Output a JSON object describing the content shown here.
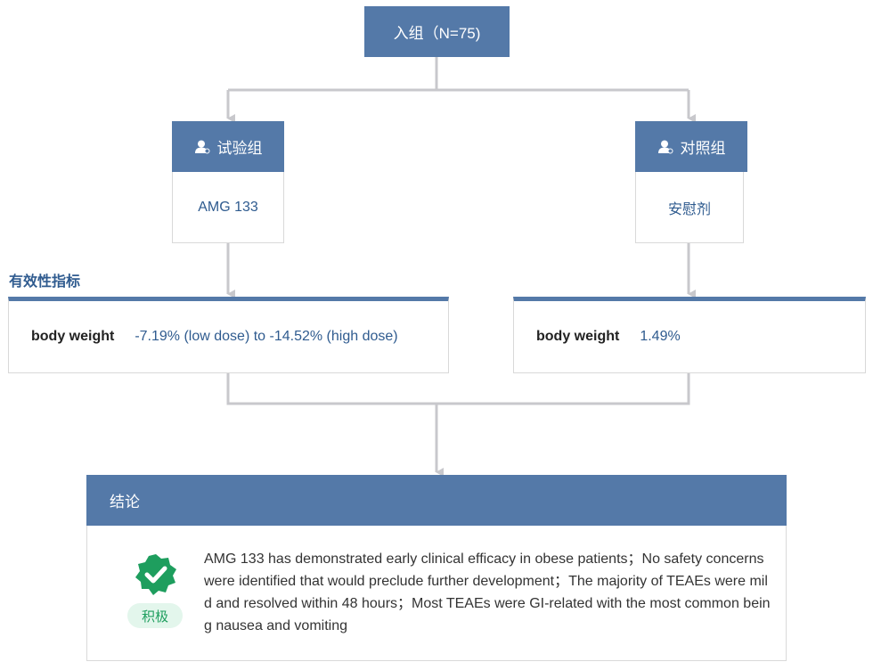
{
  "enrollment": {
    "label": "入组（N=75)"
  },
  "arms": [
    {
      "title": "试验组",
      "icon": "user-icon",
      "treatment": "AMG 133"
    },
    {
      "title": "对照组",
      "icon": "user-icon",
      "treatment": "安慰剂"
    }
  ],
  "indicators": {
    "section_title": "有效性指标",
    "items": [
      {
        "name": "body weight",
        "value": "-7.19% (low dose) to -14.52% (high dose)"
      },
      {
        "name": "body weight",
        "value": "1.49%"
      }
    ]
  },
  "conclusion": {
    "title": "结论",
    "badge_icon": "check-shield-icon",
    "badge_label": "积极",
    "text": "AMG 133 has demonstrated early clinical efficacy in obese patients；No safety concerns were identified that would preclude further development；The majority of TEAEs were mild and resolved within 48 hours；Most TEAEs were GI-related with the most common being nausea and vomiting"
  },
  "colors": {
    "header_bg": "#5479a8",
    "accent_text": "#2f5b8f",
    "connector": "#c8c8cc",
    "positive": "#1e9e5e"
  }
}
